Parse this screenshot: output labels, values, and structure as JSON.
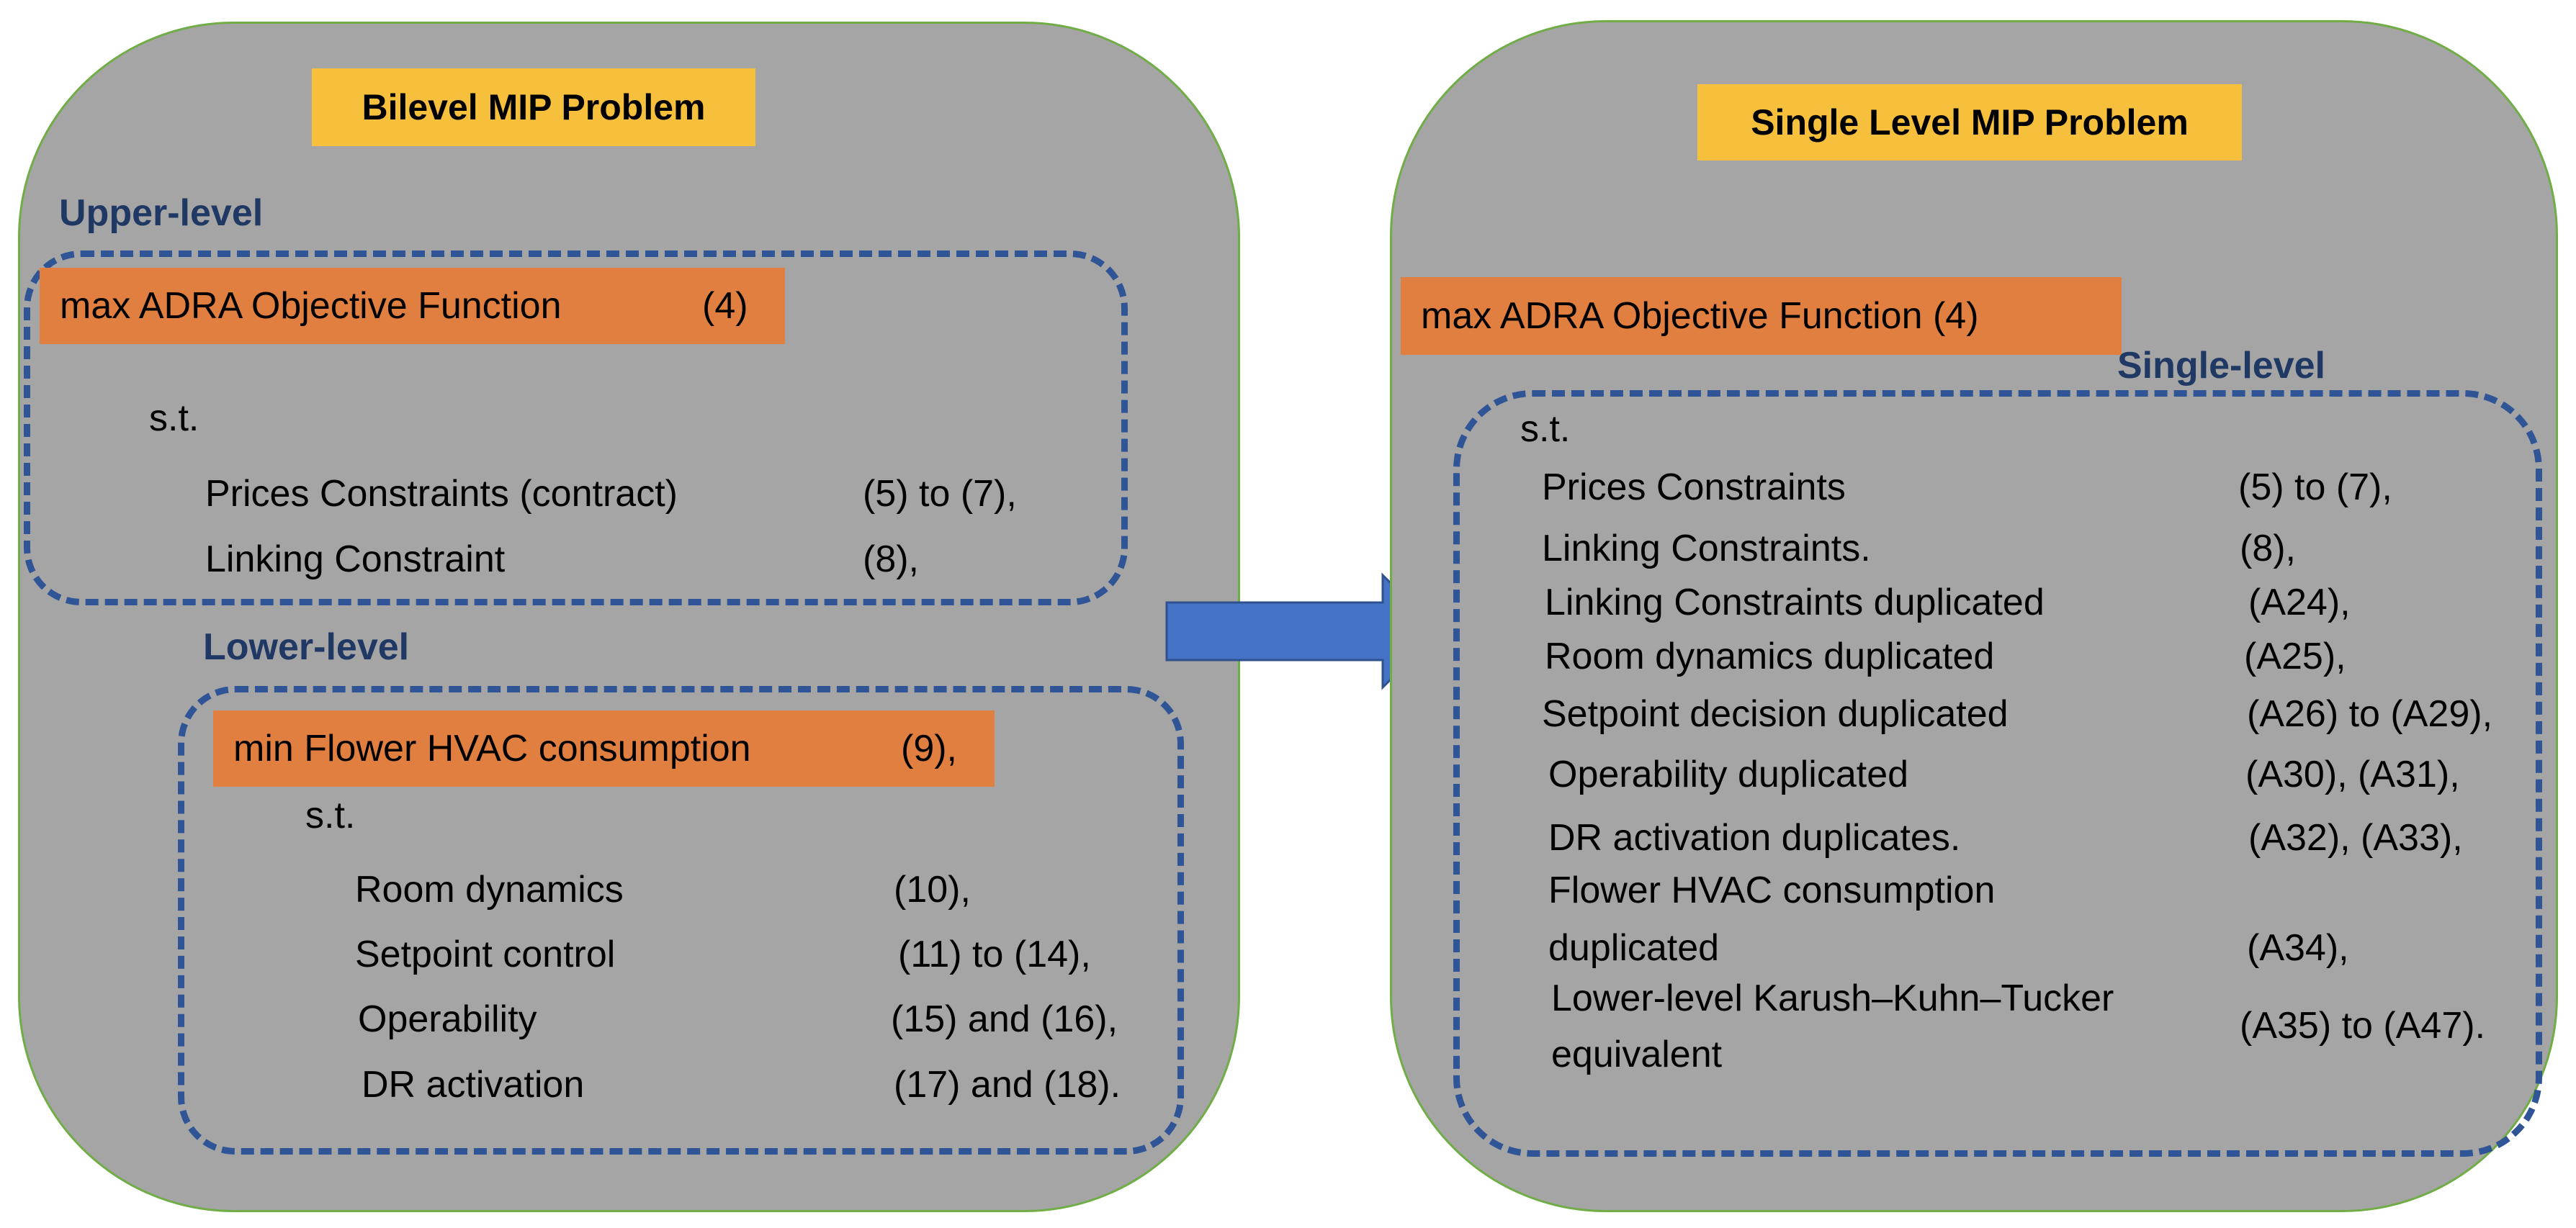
{
  "left_panel": {
    "title": "Bilevel MIP Problem",
    "upper_label": "Upper-level",
    "upper_objective": {
      "text": "max  ADRA Objective Function",
      "ref": "(4)"
    },
    "upper_st": "s.t.",
    "upper_constraints": [
      {
        "name": "Prices Constraints (contract)",
        "ref": "(5) to (7),"
      },
      {
        "name": "Linking Constraint",
        "ref": "(8),"
      }
    ],
    "lower_label": "Lower-level",
    "lower_objective": {
      "text": "min Flower HVAC consumption",
      "ref": "(9),"
    },
    "lower_st": "s.t.",
    "lower_constraints": [
      {
        "name": "Room dynamics",
        "ref": "(10),"
      },
      {
        "name": "Setpoint control",
        "ref": "(11) to (14),"
      },
      {
        "name": "Operability",
        "ref": "(15) and (16),"
      },
      {
        "name": "DR activation",
        "ref": "(17) and (18)."
      }
    ]
  },
  "right_panel": {
    "title": "Single Level MIP Problem",
    "objective": "max  ADRA Objective Function (4)",
    "single_label": "Single-level",
    "st": "s.t.",
    "constraints": [
      {
        "name": "Prices Constraints",
        "ref": "(5) to (7),"
      },
      {
        "name": "Linking Constraints.",
        "ref": "(8),"
      },
      {
        "name": "Linking Constraints duplicated",
        "ref": "(A24),"
      },
      {
        "name": "Room dynamics duplicated",
        "ref": "(A25),"
      },
      {
        "name": "Setpoint decision duplicated",
        "ref": "(A26) to (A29),"
      },
      {
        "name": "Operability duplicated",
        "ref": "(A30), (A31),"
      },
      {
        "name": "DR activation duplicates.",
        "ref": "(A32), (A33),"
      },
      {
        "name_line1": "Flower HVAC consumption",
        "name_line2": "duplicated",
        "ref": "(A34),"
      },
      {
        "name_line1": "Lower-level Karush–Kuhn–Tucker",
        "name_line2": "equivalent",
        "ref": "(A35) to (A47)."
      }
    ]
  },
  "colors": {
    "panel_fill": "#a5a5a5",
    "panel_border": "#70ad47",
    "title_fill": "#f6bf3c",
    "objective_fill": "#e07f3f",
    "dash_border": "#2f5597",
    "level_label": "#1f3864",
    "arrow_fill": "#4472c4"
  },
  "icons": {
    "transform_arrow": "right-arrow-icon"
  }
}
